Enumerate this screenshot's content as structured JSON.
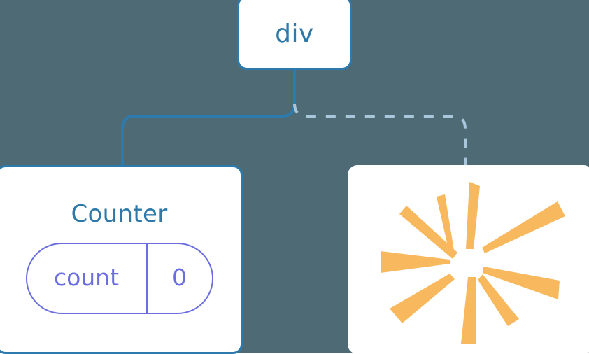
{
  "diagram": {
    "type": "component-tree",
    "background_color": "#4E6B75",
    "nodes": [
      {
        "id": "div",
        "label": "div",
        "kind": "element",
        "border_color": "#2D7AAE",
        "text_color": "#2F79A8"
      },
      {
        "id": "counter",
        "label": "Counter",
        "kind": "component",
        "border_color": "#2D7AAE",
        "text_color": "#2F79A8",
        "state": {
          "key": "count",
          "value": "0",
          "accent_color": "#6B6EDF"
        }
      },
      {
        "id": "burst",
        "label": "",
        "kind": "render-burst",
        "accent_color": "#F7B85E",
        "ray_count": 10
      }
    ],
    "edges": [
      {
        "from": "div",
        "to": "counter",
        "style": "solid",
        "color": "#2D7AAE",
        "width": 4
      },
      {
        "from": "div",
        "to": "burst",
        "style": "dashed",
        "color": "#A8C7DA",
        "width": 4,
        "dash": "14 14"
      }
    ]
  },
  "burst_rays": [
    {
      "name": "ray-n",
      "angle": -78,
      "inner": 46,
      "outer": 100,
      "half_width": 9.0
    },
    {
      "name": "ray-nnw",
      "angle": -110,
      "inner": 52,
      "outer": 92,
      "half_width": 5.0
    },
    {
      "name": "ray-nw",
      "angle": -146,
      "inner": 52,
      "outer": 104,
      "half_width": 6.5
    },
    {
      "name": "ray-w",
      "angle": 178,
      "inner": 50,
      "outer": 112,
      "half_width": 9.5
    },
    {
      "name": "ray-sw",
      "angle": 137,
      "inner": 48,
      "outer": 114,
      "half_width": 9.5
    },
    {
      "name": "ray-s",
      "angle": 84,
      "inner": 54,
      "outer": 108,
      "half_width": 8.0
    },
    {
      "name": "ray-sse",
      "angle": 52,
      "inner": 44,
      "outer": 98,
      "half_width": 7.0
    },
    {
      "name": "ray-e",
      "angle": 17,
      "inner": 48,
      "outer": 120,
      "half_width": 11.0
    },
    {
      "name": "ray-ne",
      "angle": -35,
      "inner": 50,
      "outer": 112,
      "half_width": 9.0
    },
    {
      "name": "ray-nne",
      "angle": -62,
      "inner": 0,
      "outer": 0,
      "half_width": 0
    }
  ]
}
